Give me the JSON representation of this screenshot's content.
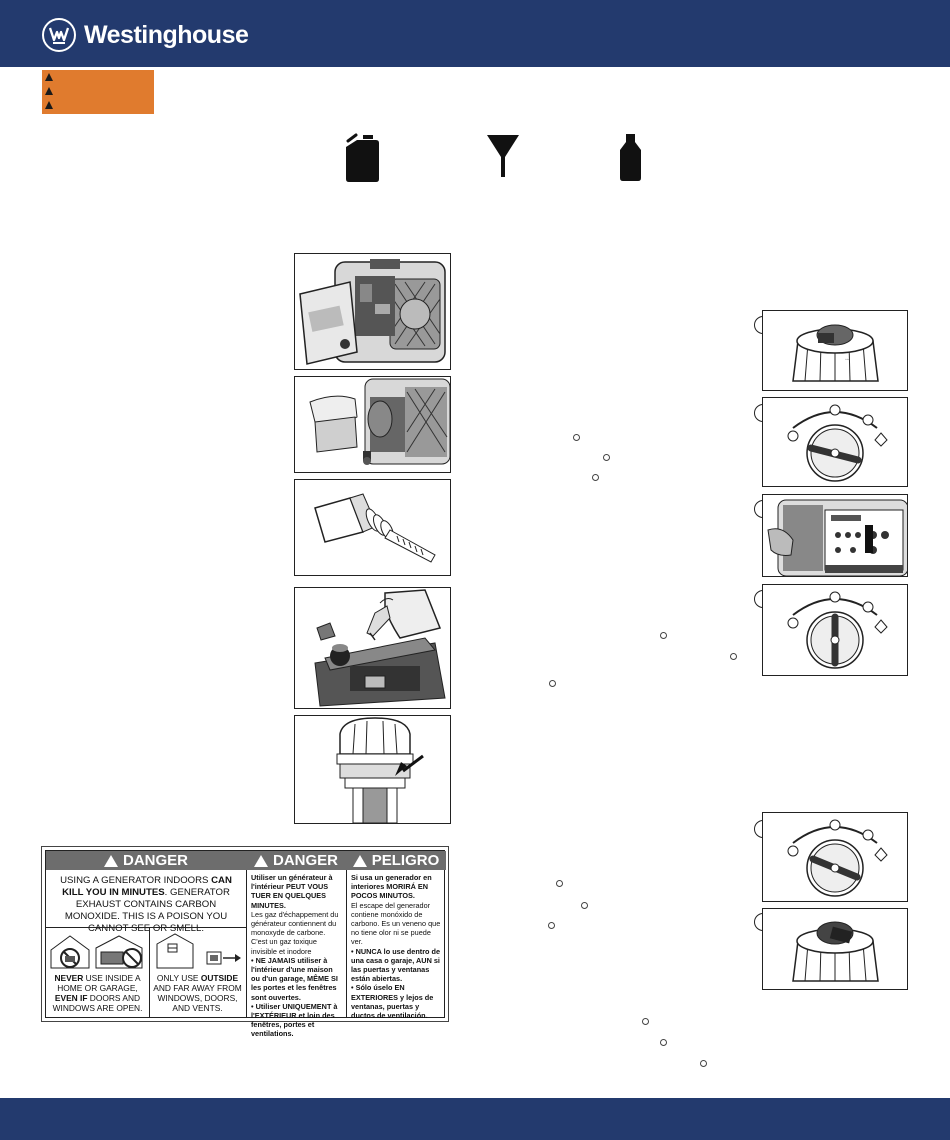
{
  "brand": {
    "name": "Westinghouse"
  },
  "colors": {
    "header": "#233a6e",
    "warning": "#e07b2e",
    "danger_header": "#6d6d6d"
  },
  "icons": [
    "fuel-can-icon",
    "funnel-icon",
    "oil-bottle-icon"
  ],
  "danger_label": {
    "en": {
      "header": "DANGER",
      "line1_a": "USING A GENERATOR INDOORS ",
      "line1_b": "CAN KILL YOU IN MINUTES",
      "line1_c": ". GENERATOR EXHAUST CONTAINS CARBON MONOXIDE. THIS IS A POISON YOU CANNOT SEE OR SMELL.",
      "cap1_a": "NEVER",
      "cap1_b": " USE INSIDE A HOME OR GARAGE, ",
      "cap1_c": "EVEN IF",
      "cap1_d": " DOORS AND WINDOWS ARE OPEN.",
      "cap2_a": "ONLY USE ",
      "cap2_b": "OUTSIDE",
      "cap2_c": " AND FAR AWAY FROM WINDOWS, DOORS, AND VENTS."
    },
    "fr": {
      "header": "DANGER",
      "p1": "Utiliser un générateur à l'intérieur PEUT VOUS TUER EN QUELQUES MINUTES.",
      "p2": "Les gaz d'échappement du générateur contiennent du monoxyde de carbone. C'est un gaz toxique invisible et inodore",
      "b1": "• NE JAMAIS utiliser à l'intérieur d'une maison ou d'un garage, MÊME SI les portes et les fenêtres sont ouvertes.",
      "b2": "• Utiliser UNIQUEMENT à l'EXTÉRIEUR et loin des fenêtres, portes et ventilations."
    },
    "es": {
      "header": "PELIGRO",
      "p1": "Si usa un generador en interiores MORIRÁ EN POCOS MINUTOS.",
      "p2": "El escape del generador contiene monóxido de carbono. Es un veneno que no tiene olor ni se puede ver.",
      "b1": "• NUNCA lo use dentro de una casa o garaje, AUN si las puertas y ventanas están abiertas.",
      "b2": "• Sólo úselo EN EXTERIORES y lejos de ventanas, puertas y ductos de ventilación."
    }
  }
}
